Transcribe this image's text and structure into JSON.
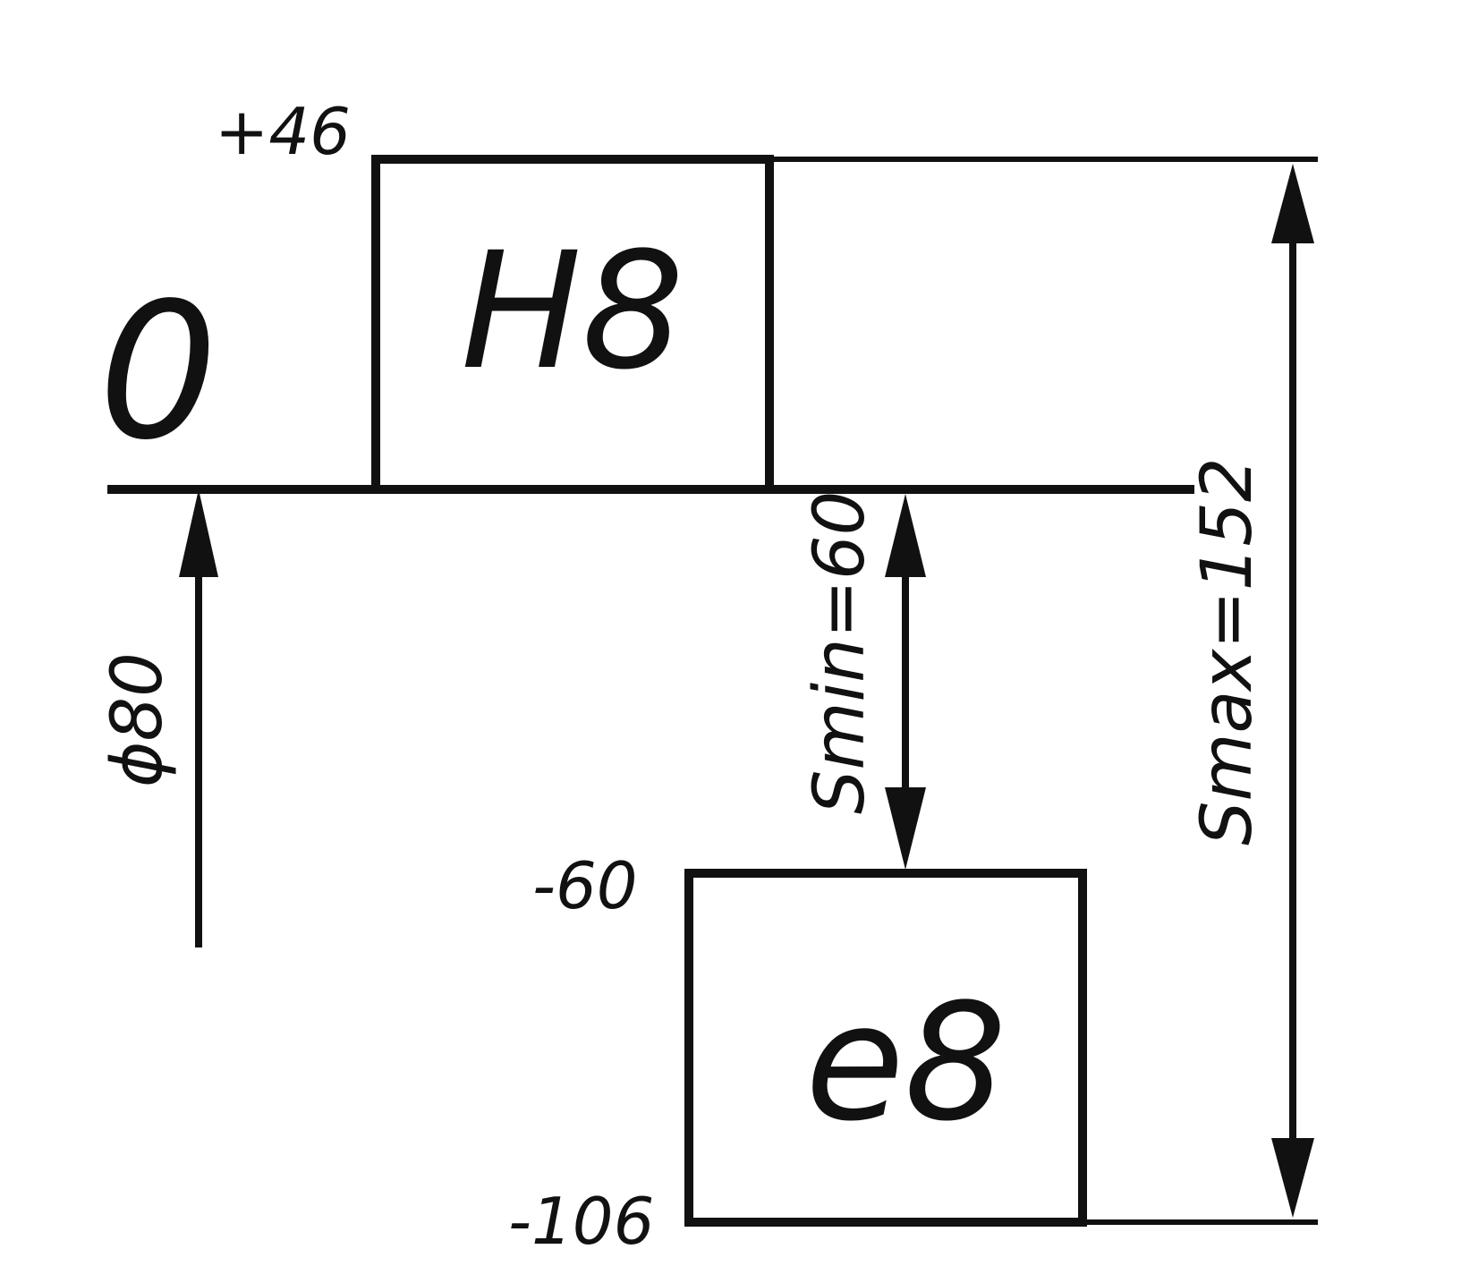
{
  "zero_line_label": "0",
  "hole": {
    "label": "H8",
    "upper_deviation": "+46"
  },
  "shaft": {
    "label": "e8",
    "upper_deviation": "-60",
    "lower_deviation": "-106"
  },
  "nominal_size": "ϕ80",
  "clearance_min": "Smin=60",
  "clearance_max": "Smax=152",
  "colors": {
    "ink": "#111111",
    "background": "#ffffff"
  }
}
